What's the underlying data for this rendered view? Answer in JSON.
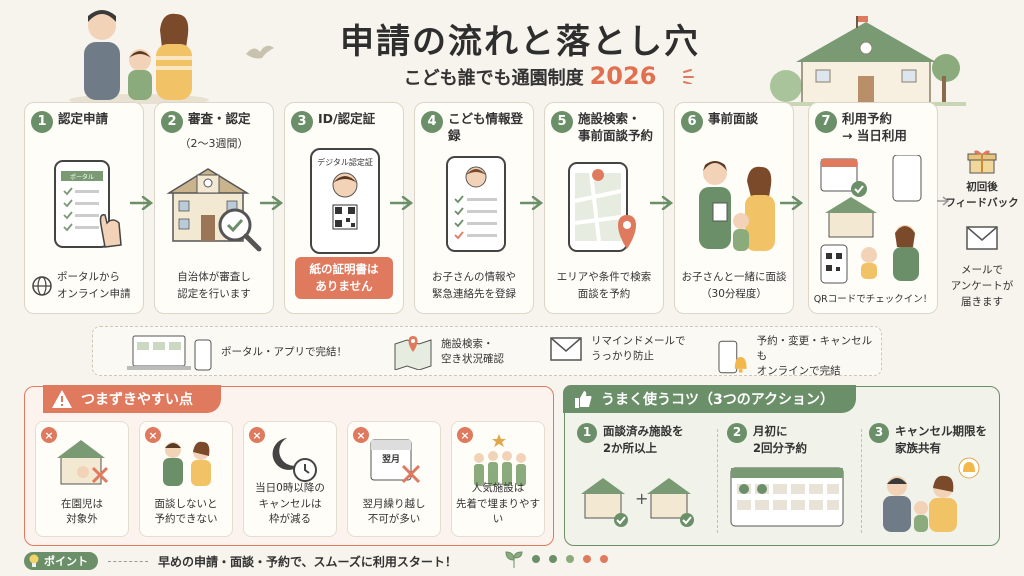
{
  "header": {
    "title": "申請の流れと落とし穴",
    "subtitle": "こども誰でも通園制度",
    "year": "2026"
  },
  "steps": [
    {
      "num": "1",
      "title": "認定申請",
      "sub": "",
      "desc": "ポータルから\nオンライン申請",
      "screen_label": "ポータル"
    },
    {
      "num": "2",
      "title": "審査・認定",
      "sub": "（2〜3週間）",
      "desc": "自治体が審査し\n認定を行います"
    },
    {
      "num": "3",
      "title": "ID/認定証",
      "sub": "",
      "screen_label": "デジタル認定証",
      "warning": "紙の証明書は\nありません"
    },
    {
      "num": "4",
      "title": "こども情報登録",
      "sub": "",
      "desc": "お子さんの情報や\n緊急連絡先を登録"
    },
    {
      "num": "5",
      "title": "施設検索・\n事前面談予約",
      "sub": "",
      "desc": "エリアや条件で検索\n面談を予約"
    },
    {
      "num": "6",
      "title": "事前面談",
      "sub": "",
      "desc": "お子さんと一緒に面談\n（30分程度）"
    },
    {
      "num": "7",
      "title": "利用予約\n→ 当日利用",
      "sub": "",
      "desc": "QRコードでチェックイン！"
    }
  ],
  "feedback": {
    "title": "初回後\nフィードバック",
    "desc": "メールで\nアンケートが\n届きます"
  },
  "features": [
    {
      "label": "ポータル・アプリで完結！",
      "icon": "laptop-phone-icon"
    },
    {
      "label": "施設検索・\n空き状況確認",
      "icon": "map-icon"
    },
    {
      "label": "リマインドメールで\nうっかり防止",
      "icon": "mail-icon"
    },
    {
      "label": "予約・変更・キャンセルも\nオンラインで完結",
      "icon": "phone-bell-icon"
    }
  ],
  "pitfalls": {
    "title": "つまずきやすい点",
    "items": [
      {
        "text": "在園児は\n対象外",
        "icon": "house-cross-icon"
      },
      {
        "text": "面談しないと\n予約できない",
        "icon": "interview-icon"
      },
      {
        "text": "当日0時以降の\nキャンセルは\n枠が減る",
        "icon": "moon-clock-icon"
      },
      {
        "text": "翌月繰り越し\n不可が多い",
        "icon": "calendar-cross-icon",
        "calendar_label": "翌月"
      },
      {
        "text": "人気施設は\n先着で埋まりやすい",
        "icon": "crowd-icon"
      }
    ]
  },
  "tips": {
    "title": "うまく使うコツ（3つのアクション）",
    "items": [
      {
        "num": "1",
        "text": "面談済み施設を\n2か所以上"
      },
      {
        "num": "2",
        "text": "月初に\n2回分予約"
      },
      {
        "num": "3",
        "text": "キャンセル期限を\n家族共有"
      }
    ]
  },
  "point": {
    "label": "ポイント",
    "text": "早めの申請・面談・予約で、スムーズに利用スタート！"
  },
  "colors": {
    "accent_green": "#6b8f68",
    "accent_orange": "#e07a5f",
    "background": "#f7f4ed"
  }
}
